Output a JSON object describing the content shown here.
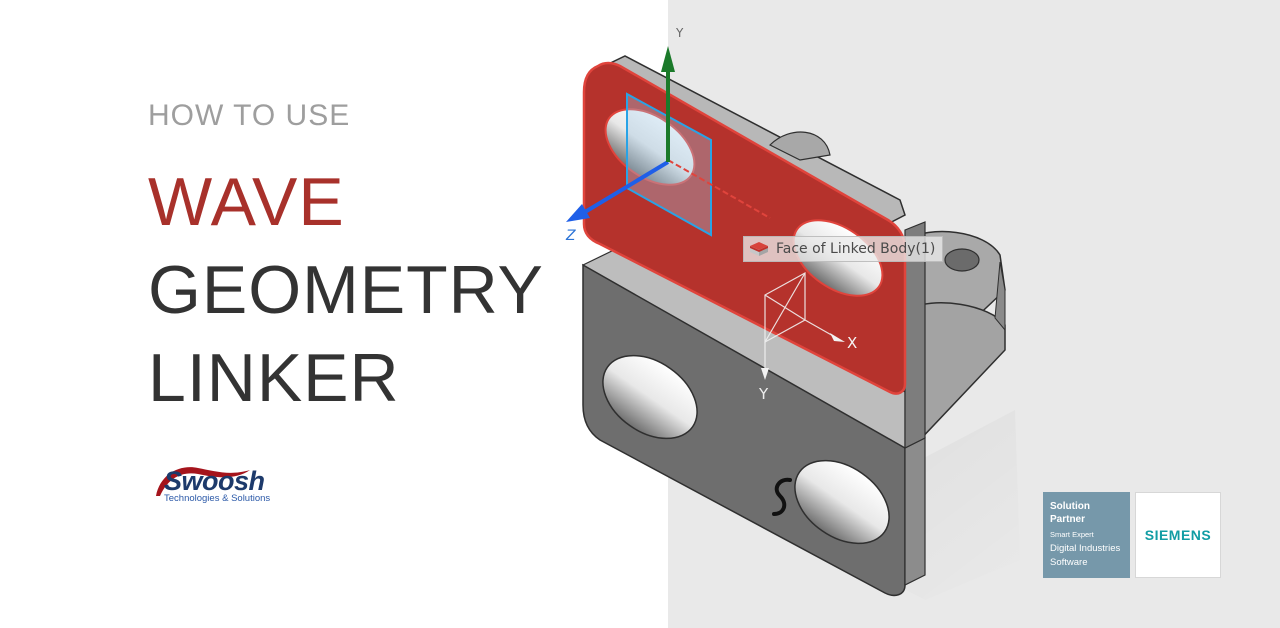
{
  "hero": {
    "subtitle": "HOW TO USE",
    "title_line1": "WAVE",
    "title_line2": "GEOMETRY",
    "title_line3": "LINKER",
    "accent_color": "#a8312b",
    "title_color": "#333333",
    "subtitle_color": "#9e9e9e"
  },
  "brand_logo": {
    "name": "Swoosh",
    "tagline": "Technologies & Solutions",
    "icon": "swoosh-arc-icon"
  },
  "cad_view": {
    "tooltip": "Face of Linked Body(1)",
    "tooltip_icon": "linked-body-face-icon",
    "csys_axes": {
      "y": "Y",
      "z": "Z"
    },
    "wcs_axes": {
      "x": "X",
      "y": "Y"
    },
    "highlight_color": "#c0302a",
    "background_color": "#e9e9e9"
  },
  "partner_badge": {
    "line1": "Solution",
    "line2": "Partner",
    "line3": "Smart Expert",
    "line4": "Digital Industries",
    "line5": "Software",
    "color": "#7698aa"
  },
  "siemens_badge": {
    "label": "SIEMENS",
    "color": "#119da4"
  }
}
